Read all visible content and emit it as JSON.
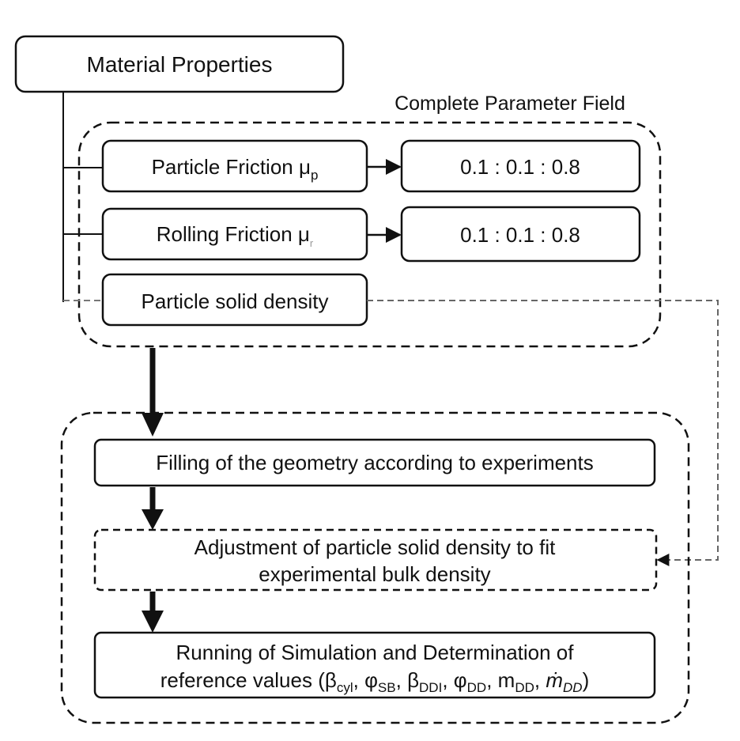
{
  "diagram": {
    "nodes": {
      "material_properties": "Material Properties",
      "parameter_field_label": "Complete Parameter Field",
      "particle_friction": {
        "label": "Particle Friction μ",
        "subscript": "p",
        "range": "0.1 : 0.1 : 0.8"
      },
      "rolling_friction": {
        "label": "Rolling Friction μ",
        "subscript": "r",
        "range": "0.1 : 0.1 : 0.8"
      },
      "particle_solid_density": "Particle solid density",
      "filling": "Filling of the geometry according to experiments",
      "adjustment": {
        "line1": "Adjustment of particle solid density to fit",
        "line2": "experimental bulk density"
      },
      "running": {
        "line1": "Running of Simulation and Determination of",
        "line2_prefix": "reference values (",
        "symbols": [
          {
            "base": "β",
            "sub": "cyl"
          },
          {
            "base": "φ",
            "sub": "SB"
          },
          {
            "base": "β",
            "sub": "DDI"
          },
          {
            "base": "φ",
            "sub": "DD"
          },
          {
            "base": "m",
            "sub": "DD"
          }
        ],
        "mdot": "ṁ",
        "mdot_sub": "DD",
        "separator": ", ",
        "line2_suffix": ")"
      }
    },
    "colors": {
      "stroke": "#111111",
      "dashed": "#666666",
      "background": "#ffffff"
    }
  }
}
